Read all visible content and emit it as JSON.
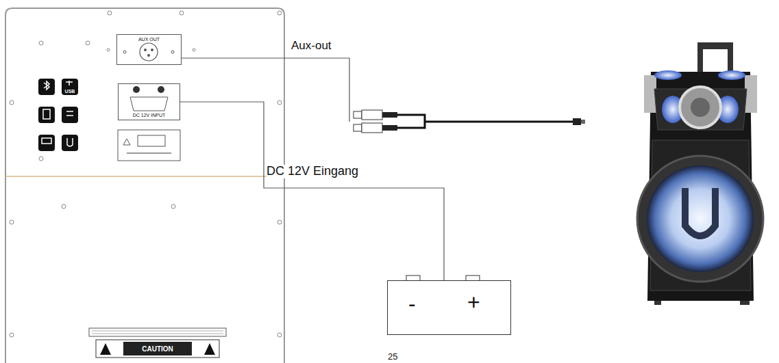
{
  "diagram": {
    "nodes": [
      {
        "text": [
          "AUX OUT"
        ]
      },
      {
        "text": [
          "DC 12V INPUT"
        ]
      },
      {
        "text": [
          "-",
          "+"
        ]
      }
    ],
    "edges": [
      {
        "from": 1,
        "to": 2,
        "arrow": "none",
        "label": "DC 12V Eingang"
      }
    ],
    "labels": [
      "Aux-out",
      "USB",
      "CAUTION",
      "25"
    ]
  }
}
